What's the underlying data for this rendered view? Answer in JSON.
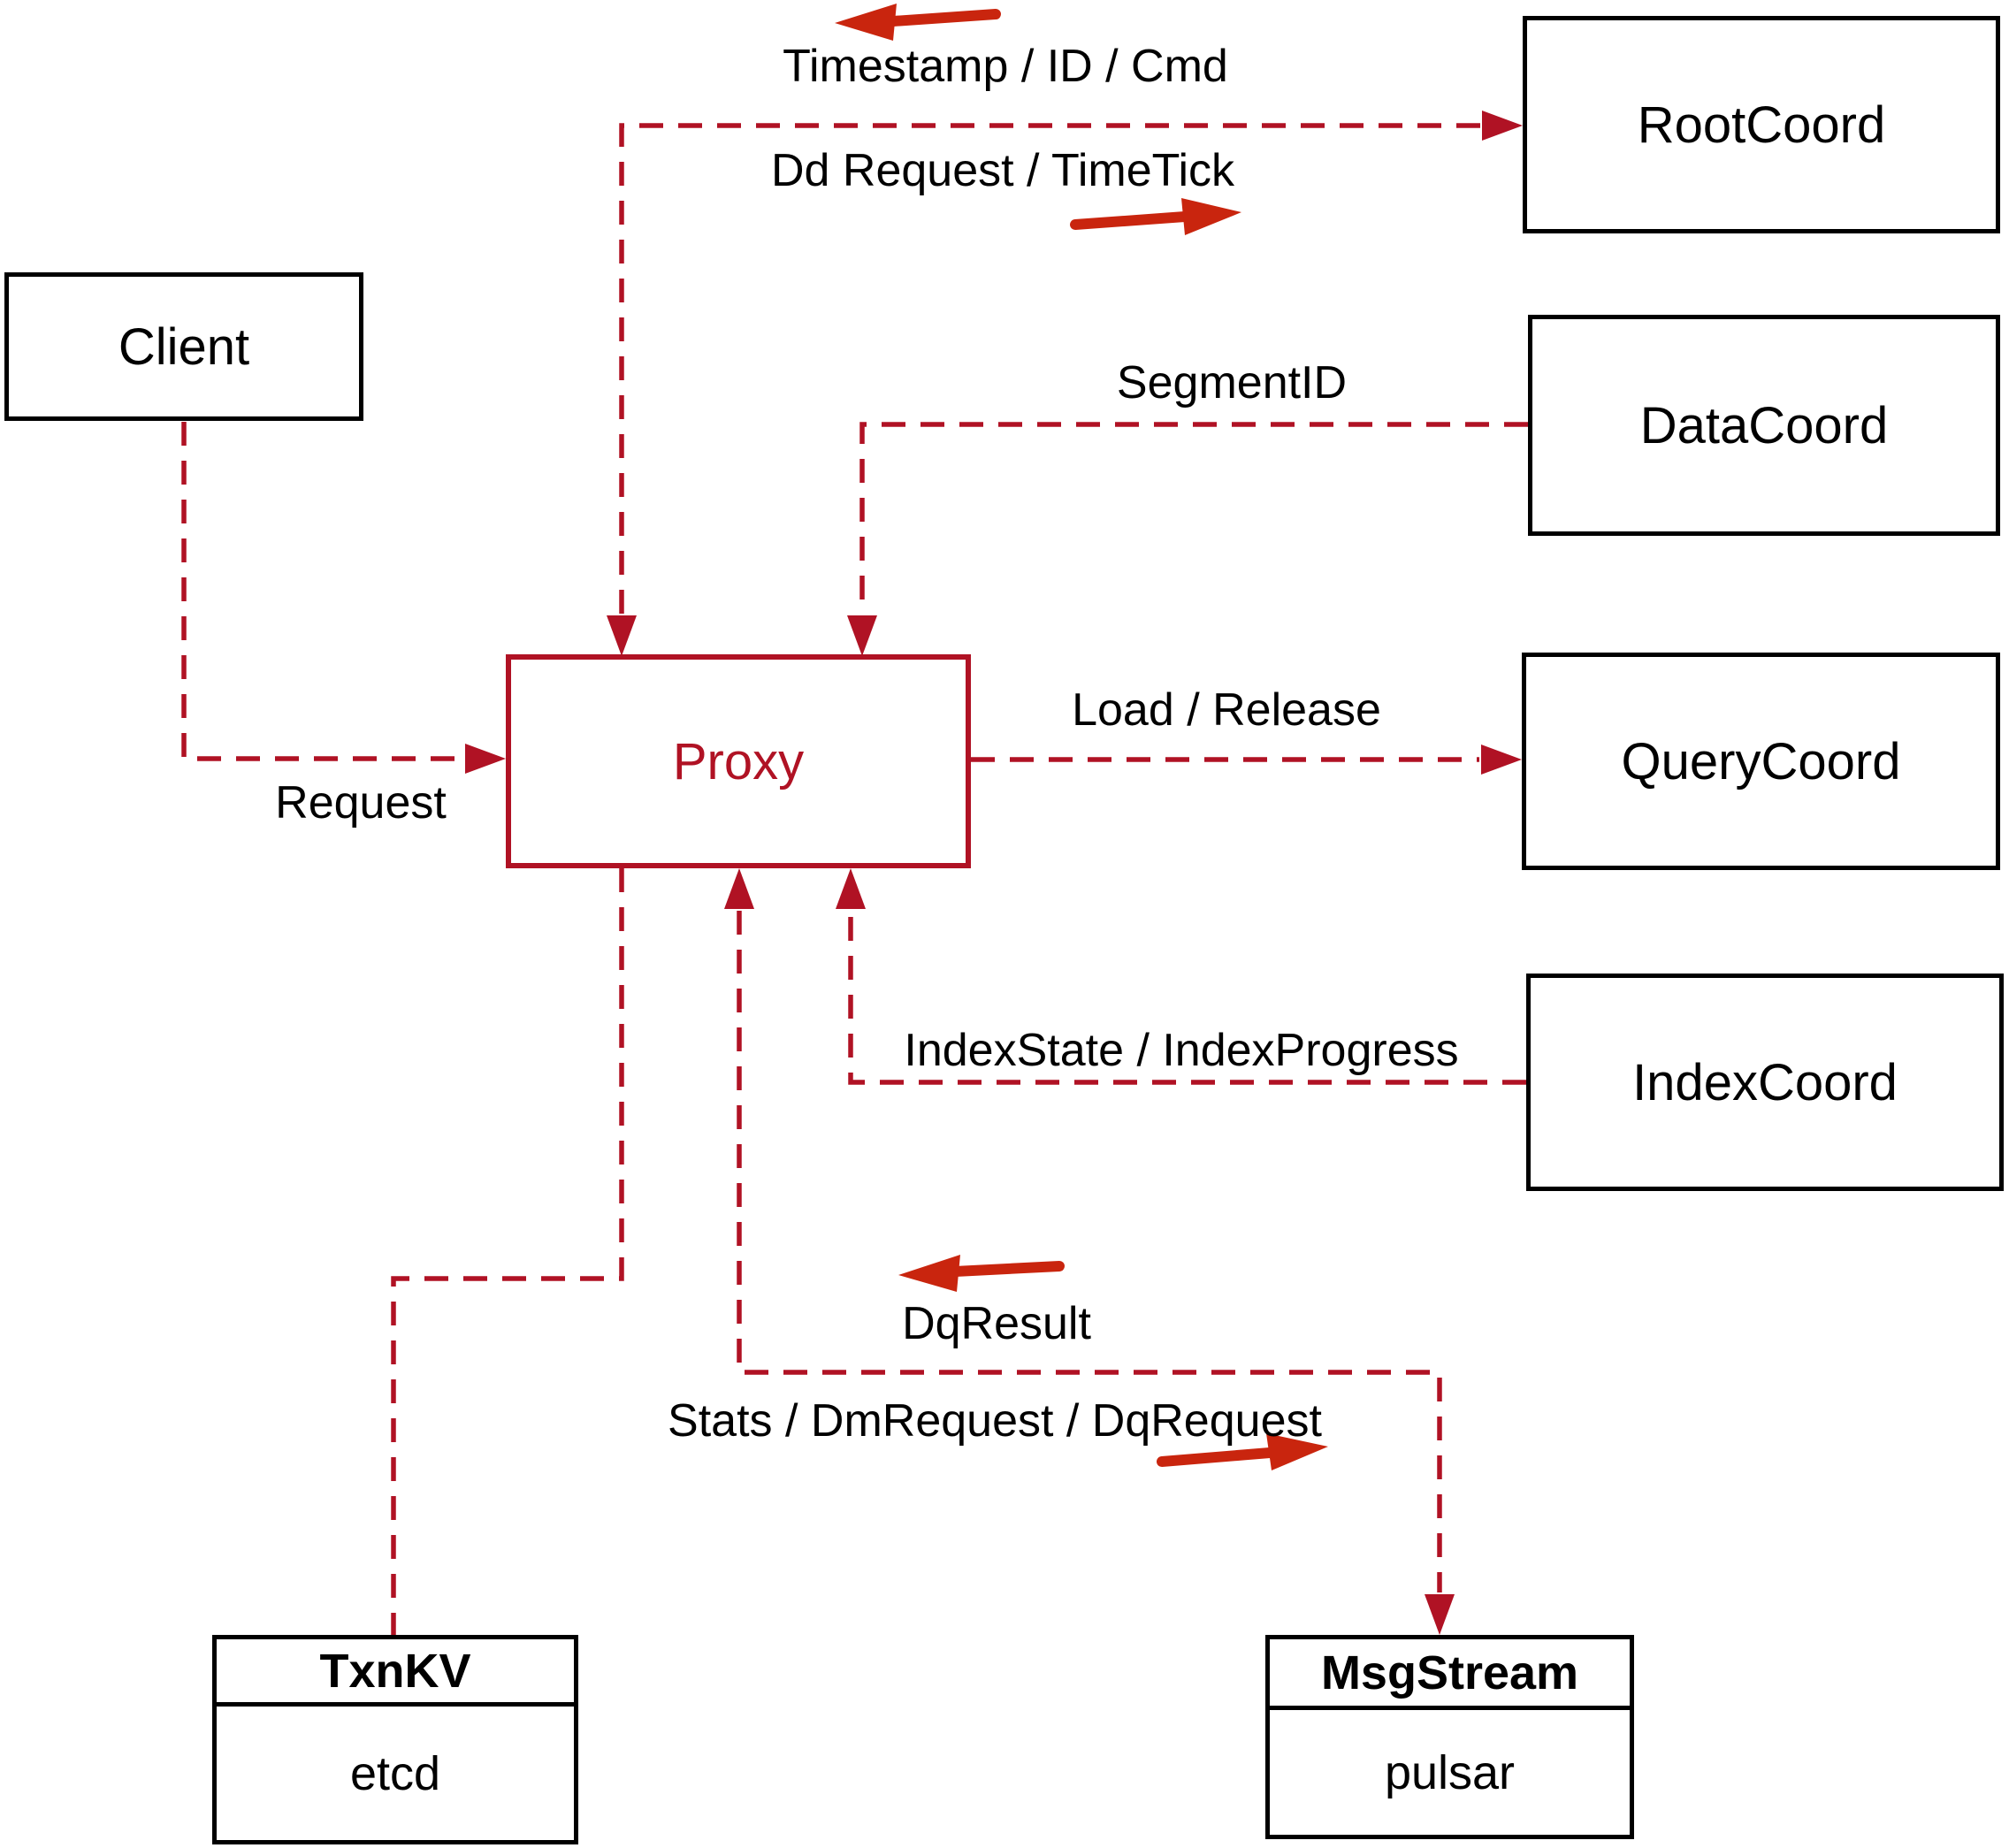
{
  "diagram": {
    "nodes": {
      "client": {
        "label": "Client"
      },
      "proxy": {
        "label": "Proxy"
      },
      "root_coord": {
        "label": "RootCoord"
      },
      "data_coord": {
        "label": "DataCoord"
      },
      "query_coord": {
        "label": "QueryCoord"
      },
      "index_coord": {
        "label": "IndexCoord"
      },
      "txn_kv": {
        "title": "TxnKV",
        "value": "etcd"
      },
      "msg_stream": {
        "title": "MsgStream",
        "value": "pulsar"
      }
    },
    "edge_labels": {
      "timestamp": "Timestamp / ID / Cmd",
      "dd_request": "Dd Request / TimeTick",
      "segment_id": "SegmentID",
      "request": "Request",
      "load_release": "Load / Release",
      "index_state": "IndexState / IndexProgress",
      "dq_result": "DqResult",
      "stats": "Stats / DmRequest / DqRequest"
    },
    "colors": {
      "dashed_line": "#b01224",
      "solid_arrow": "#c9250e",
      "proxy_accent": "#b01224",
      "box_border": "#000000",
      "text": "#000000",
      "background": "#ffffff"
    }
  }
}
